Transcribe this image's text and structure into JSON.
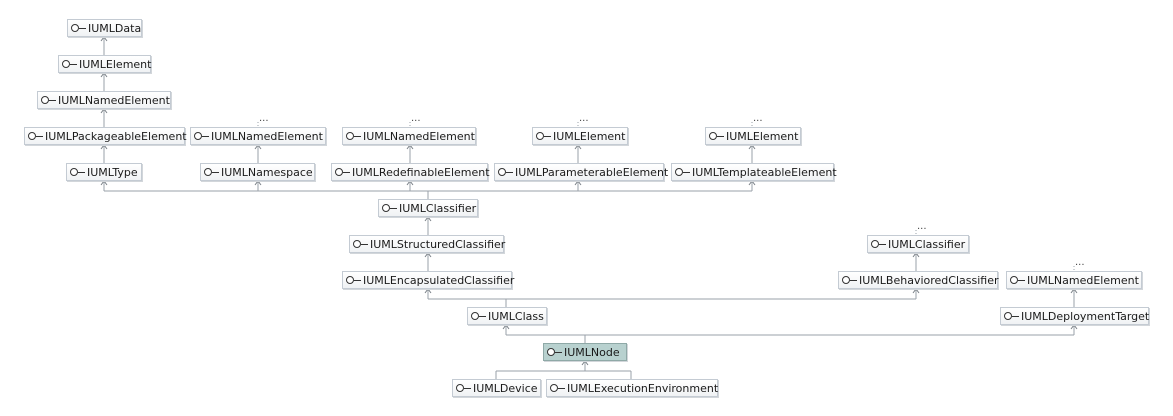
{
  "nodes": {
    "n_data": "IUMLData",
    "n_elem1": "IUMLElement",
    "n_named1": "IUMLNamedElement",
    "n_pkg": "IUMLPackageableElement",
    "n_type": "IUMLType",
    "n_named2": "IUMLNamedElement",
    "n_ns": "IUMLNamespace",
    "n_named3": "IUMLNamedElement",
    "n_redef": "IUMLRedefinableElement",
    "n_elem2": "IUMLElement",
    "n_param": "IUMLParameterableElement",
    "n_elem3": "IUMLElement",
    "n_tmpl": "IUMLTemplateableElement",
    "n_classifier": "IUMLClassifier",
    "n_struct": "IUMLStructuredClassifier",
    "n_encap": "IUMLEncapsulatedClassifier",
    "n_classifier2": "IUMLClassifier",
    "n_behav": "IUMLBehavioredClassifier",
    "n_named4": "IUMLNamedElement",
    "n_class": "IUMLClass",
    "n_deploy": "IUMLDeploymentTarget",
    "n_node": "IUMLNode",
    "n_device": "IUMLDevice",
    "n_exec": "IUMLExecutionEnvironment"
  },
  "ellipsis": "..."
}
